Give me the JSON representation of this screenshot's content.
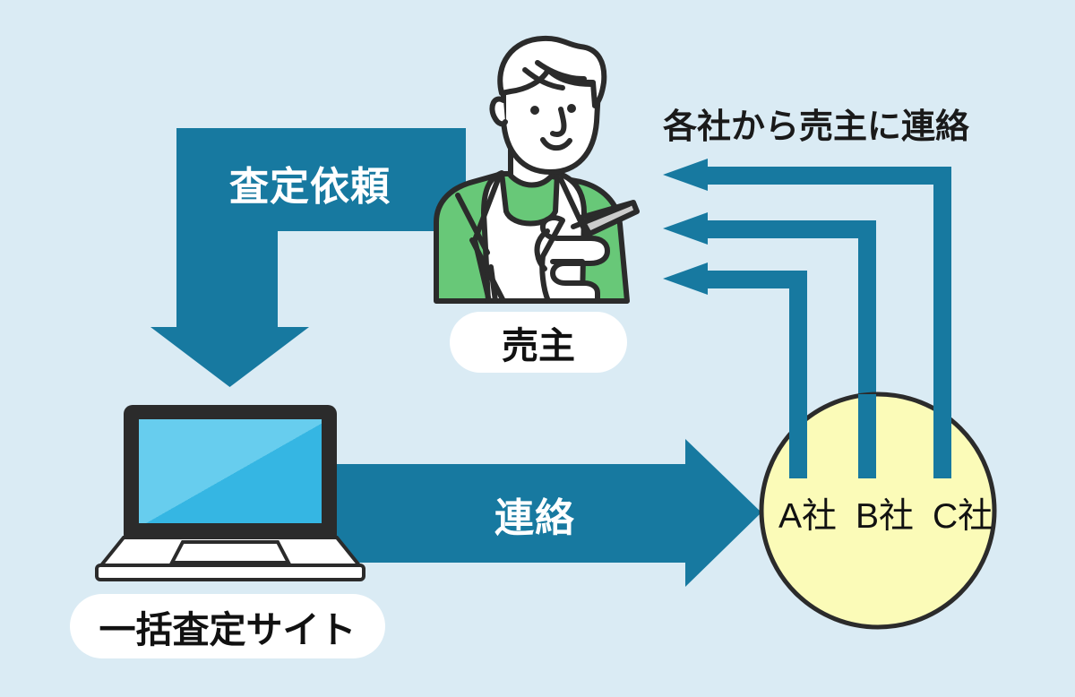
{
  "diagram": {
    "title_alt": "一括査定サイトの流れ図",
    "background_color": "#daebf4",
    "accent_teal": "#1779a0",
    "accent_green": "#68c878",
    "accent_yellow": "#fbfbb8",
    "accent_screen_blue": "#5bc3e8",
    "outline_dark": "#2b2b2b"
  },
  "arrows": {
    "request": {
      "label": "査定依頼",
      "color": "#1779a0",
      "direction": "down",
      "from": "売主",
      "to": "一括査定サイト"
    },
    "contact": {
      "label": "連絡",
      "color": "#1779a0",
      "direction": "right",
      "from": "一括査定サイト",
      "to": "A社 B社 C社"
    },
    "replies": {
      "label": "各社から売主に連絡",
      "color": "#1779a0",
      "direction": "left",
      "count": 3,
      "from": "A社 B社 C社",
      "to": "売主"
    }
  },
  "nodes": {
    "seller": {
      "label": "売主",
      "illustration": "person-with-smartphone-icon"
    },
    "site": {
      "label": "一括査定サイト",
      "illustration": "laptop-icon"
    },
    "companies": {
      "shape": "circle",
      "fill": "#fbfbb8",
      "items": [
        {
          "label": "A社"
        },
        {
          "label": "B社"
        },
        {
          "label": "C社"
        }
      ]
    }
  }
}
